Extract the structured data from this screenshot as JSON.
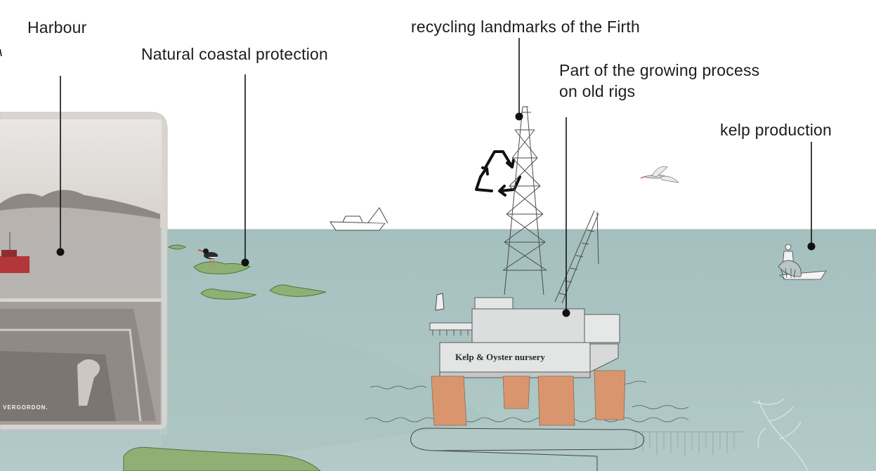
{
  "labels": {
    "harbour": "Harbour",
    "coastal": "Natural coastal protection",
    "recycling": "recycling landmarks of the Firth",
    "growing_line1": "Part of the growing process",
    "growing_line2": "on old rigs",
    "kelp": "kelp production"
  },
  "rig_sign": "Kelp & Oyster nursery",
  "postcard_caption": "VERGORDON.",
  "colors": {
    "sea": "#a9c3c1",
    "rig_legs": "#d9966e",
    "seaweed": "#8fb074",
    "line": "#1a1a1a"
  },
  "icons": [
    "recycle-icon",
    "bird-icon",
    "boat-icon",
    "fisherman-icon",
    "oystercatcher-icon"
  ]
}
